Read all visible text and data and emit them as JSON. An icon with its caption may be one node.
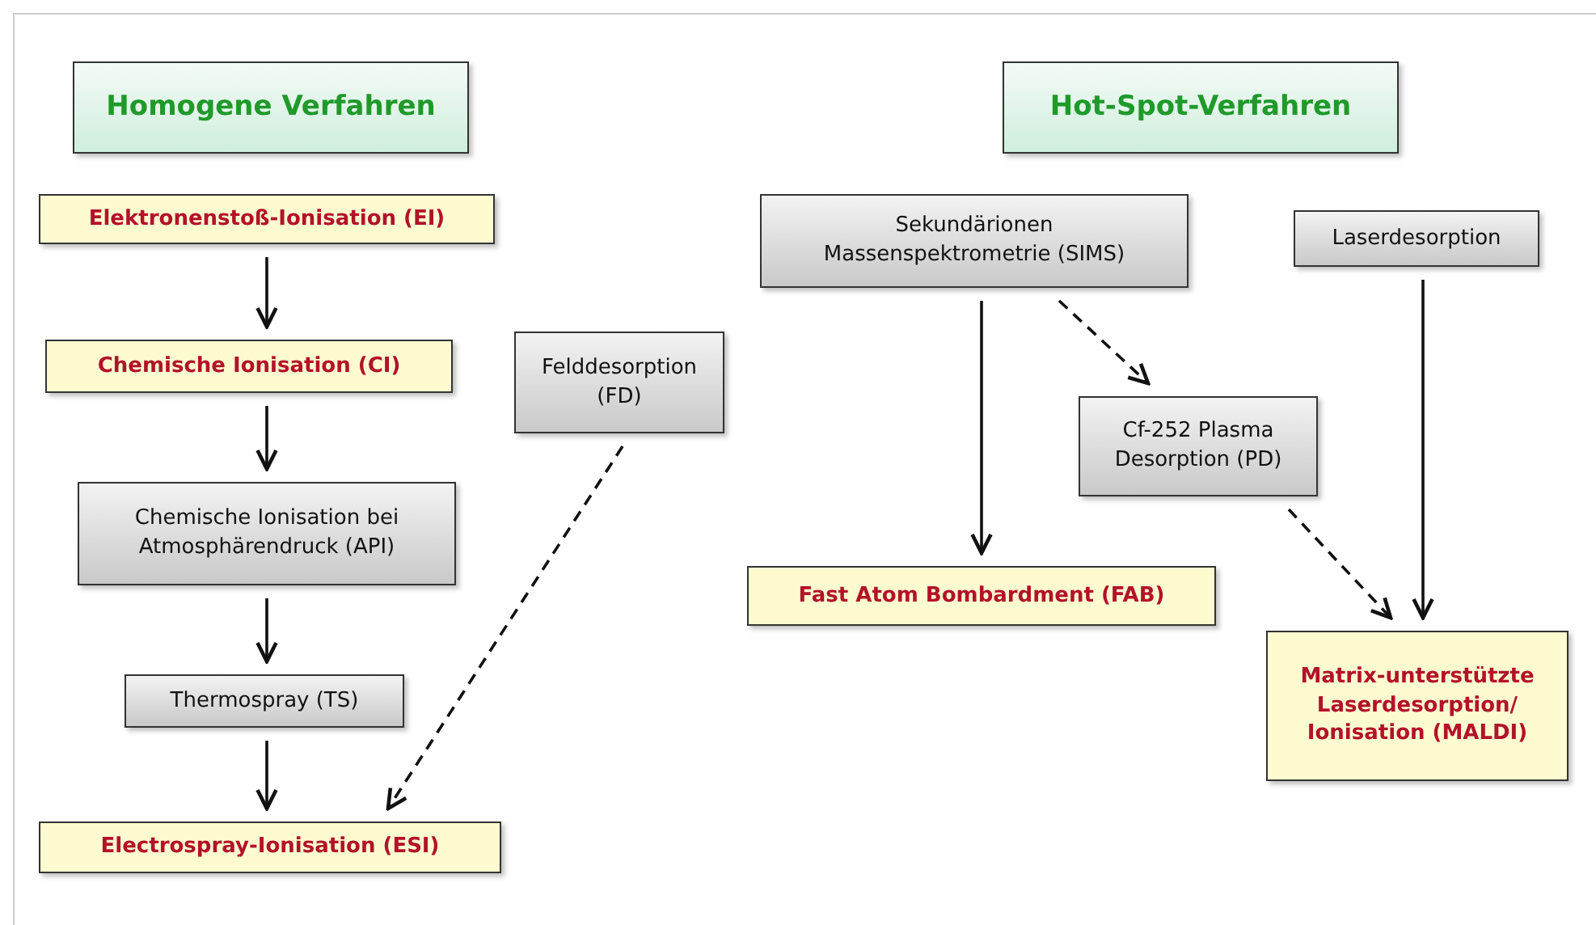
{
  "diagram": {
    "nodes": [
      {
        "text": [
          "Homogene Verfahren"
        ]
      },
      {
        "text": [
          "Hot-Spot-Verfahren"
        ]
      },
      {
        "text": [
          "Elektronenstoß-Ionisation (EI)"
        ]
      },
      {
        "text": [
          "Chemische Ionisation (CI)"
        ]
      },
      {
        "text": [
          "Chemische Ionisation bei Atmosphärendruck (API)"
        ]
      },
      {
        "text": [
          "Thermospray (TS)"
        ]
      },
      {
        "text": [
          "Electrospray-Ionisation (ESI)"
        ]
      },
      {
        "text": [
          "Felddesorption (FD)"
        ]
      },
      {
        "text": [
          "Sekundärionen Massenspektrometrie (SIMS)"
        ]
      },
      {
        "text": [
          "Laserdesorption"
        ]
      },
      {
        "text": [
          "Cf-252 Plasma Desorption (PD)"
        ]
      },
      {
        "text": [
          "Fast Atom Bombardment (FAB)"
        ]
      },
      {
        "text": [
          "Matrix-unterstützte Laserdesorption/ Ionisation (MALDI)"
        ]
      }
    ],
    "edges": [
      {
        "from": 2,
        "to": 3,
        "arrow": "to"
      },
      {
        "from": 3,
        "to": 4,
        "arrow": "to"
      },
      {
        "from": 4,
        "to": 5,
        "arrow": "to"
      },
      {
        "from": 5,
        "to": 6,
        "arrow": "to"
      },
      {
        "from": 7,
        "to": 6,
        "arrow": "to",
        "style": "dashed"
      },
      {
        "from": 8,
        "to": 11,
        "arrow": "to"
      },
      {
        "from": 8,
        "to": 10,
        "arrow": "to",
        "style": "dashed"
      },
      {
        "from": 10,
        "to": 12,
        "arrow": "to",
        "style": "dashed"
      },
      {
        "from": 9,
        "to": 12,
        "arrow": "to"
      }
    ]
  }
}
